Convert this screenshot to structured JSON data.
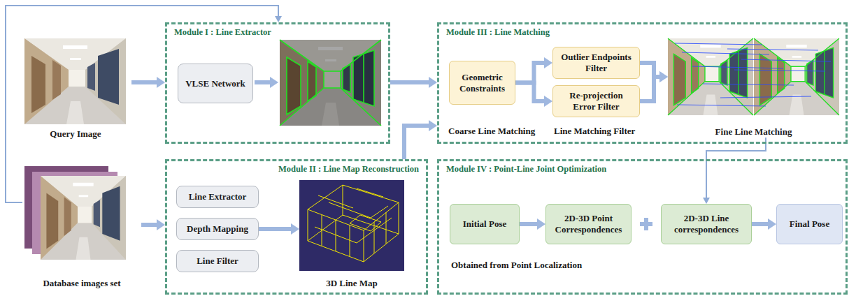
{
  "diagram": {
    "nodes": [
      {
        "text": [
          "Query Image"
        ]
      },
      {
        "text": [
          "Module I : Line Extractor"
        ]
      },
      {
        "text": [
          "VLSE Network"
        ],
        "in": 1
      },
      {
        "text": [
          "Module III : Line Matching"
        ]
      },
      {
        "text": [
          "Geometric Constraints"
        ],
        "in": 3
      },
      {
        "text": [
          "Outlier Endpoints Filter"
        ],
        "in": 3
      },
      {
        "text": [
          "Re-projection Error Filter"
        ],
        "in": 3
      },
      {
        "text": [
          "Fine Line Matching"
        ],
        "in": 3
      },
      {
        "text": [
          "Database images set"
        ]
      },
      {
        "text": [
          "Module II : Line Map Reconstruction"
        ]
      },
      {
        "text": [
          "Line Extractor"
        ],
        "in": 9
      },
      {
        "text": [
          "Depth Mapping"
        ],
        "in": 9
      },
      {
        "text": [
          "Line Filter"
        ],
        "in": 9
      },
      {
        "text": [
          "3D Line Map"
        ],
        "in": 9
      },
      {
        "text": [
          "Module IV : Point-Line Joint Optimization"
        ]
      },
      {
        "text": [
          "Initial Pose"
        ],
        "in": 14
      },
      {
        "text": [
          "2D-3D Point Correspondences"
        ],
        "in": 14
      },
      {
        "text": [
          "2D-3D Line correspondences"
        ],
        "in": 14
      },
      {
        "text": [
          "Final Pose"
        ],
        "in": 14
      }
    ],
    "edges": [
      {
        "from": 0,
        "to": 1,
        "arrow": "to"
      },
      {
        "from": 8,
        "to": 1,
        "arrow": "to"
      },
      {
        "from": 8,
        "to": 9,
        "arrow": "to"
      },
      {
        "from": 1,
        "to": 3,
        "arrow": "to"
      },
      {
        "from": 9,
        "to": 3,
        "arrow": "to"
      },
      {
        "from": 4,
        "to": 5,
        "arrow": "to"
      },
      {
        "from": 4,
        "to": 6,
        "arrow": "to"
      },
      {
        "from": 5,
        "to": 7,
        "arrow": "to"
      },
      {
        "from": 6,
        "to": 7,
        "arrow": "to"
      },
      {
        "from": 7,
        "to": 17,
        "arrow": "to"
      },
      {
        "from": 11,
        "to": 13,
        "arrow": "to"
      },
      {
        "from": 15,
        "to": 16,
        "arrow": "to"
      },
      {
        "from": 17,
        "to": 18,
        "arrow": "to"
      }
    ],
    "labels": [
      "Coarse Line Matching",
      "Line Matching Filter",
      "Obtained from Point Localization"
    ]
  }
}
